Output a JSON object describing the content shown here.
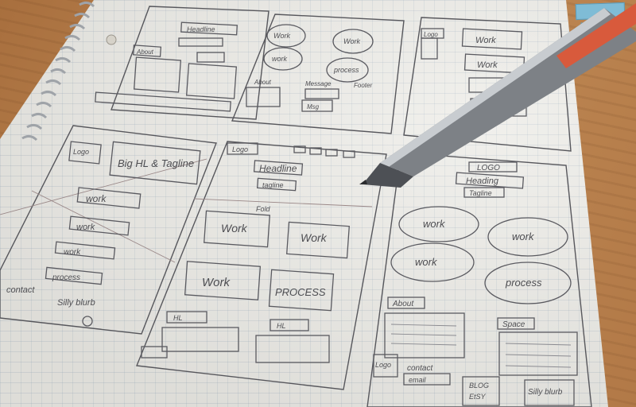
{
  "photo": {
    "subject": "hand-drawn website wireframe sketches on graph paper notebook with a pen"
  },
  "sketch_left": {
    "logo": "Logo",
    "headline": "Big HL & Tagline",
    "work_items": [
      "work",
      "work",
      "work",
      "process"
    ],
    "contact": "contact",
    "blurb": "Silly blurb"
  },
  "sketch_center": {
    "logo": "Logo",
    "headline": "Headline",
    "tagline": "tagline",
    "fold": "Fold",
    "work_items": [
      "Work",
      "Work",
      "Work",
      "PROCESS"
    ],
    "hl_left": "HL",
    "hl_right": "HL"
  },
  "sketch_right": {
    "logo": "LOGO",
    "headline": "Heading",
    "tagline": "Tagline",
    "work_items": [
      "work",
      "work",
      "work",
      "process"
    ],
    "about": "About",
    "space": "Space",
    "footer_logo": "Logo",
    "contact": "contact",
    "email": "email",
    "buttons": [
      "BLOG",
      "EtSY"
    ],
    "blurb": "Silly blurb"
  },
  "sketch_top": {
    "headline": "Headline",
    "about_left": "About",
    "work_circles": [
      "Work",
      "Work",
      "work",
      "process"
    ],
    "about_mid": "About",
    "message": "Message",
    "footer_r": "Footer",
    "msg_button": "Msg",
    "tr_logo": "Logo",
    "tr_work": [
      "Work",
      "Work"
    ]
  },
  "colors": {
    "desk": "#b9824e",
    "paper": "#ecebe6",
    "pencil": "#57575c",
    "pen_body": "#7d8186",
    "pen_cap": "#d85a3c",
    "sticky": "#7fbcd6"
  }
}
